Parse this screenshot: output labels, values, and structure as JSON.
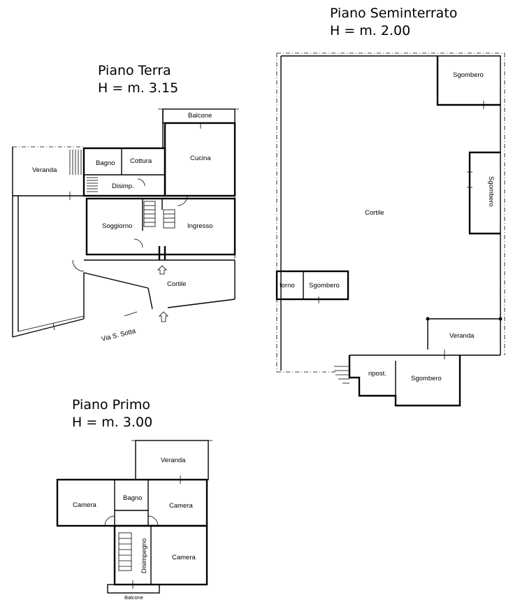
{
  "plans": {
    "terra": {
      "title": "Piano Terra",
      "height": "H = m. 3.15",
      "rooms": {
        "balcone": "Balcone",
        "veranda": "Veranda",
        "bagno": "Bagno",
        "cottura": "Cottura",
        "cucina": "Cucina",
        "disimp": "Disimp.",
        "soggiorno": "Soggiorno",
        "ingresso": "Ingresso",
        "cortile": "Cortile"
      },
      "street": "Via S. Sotta"
    },
    "seminterrato": {
      "title": "Piano Seminterrato",
      "height": "H = m. 2.00",
      "rooms": {
        "sgombero_top": "Sgombero",
        "sgombero_right": "Sgombero",
        "cortile": "Cortile",
        "forno": "forno",
        "sgombero_small": "Sgombero",
        "veranda": "Veranda",
        "ripost": "ripost.",
        "sgombero_bottom": "Sgombero"
      }
    },
    "primo": {
      "title": "Piano Primo",
      "height": "H = m. 3.00",
      "rooms": {
        "veranda": "Veranda",
        "camera_left": "Camera",
        "bagno": "Bagno",
        "camera_right": "Camera",
        "disimpegno": "Disimpegno",
        "camera_bottom": "Camera",
        "balcone": "Balcone"
      }
    }
  }
}
